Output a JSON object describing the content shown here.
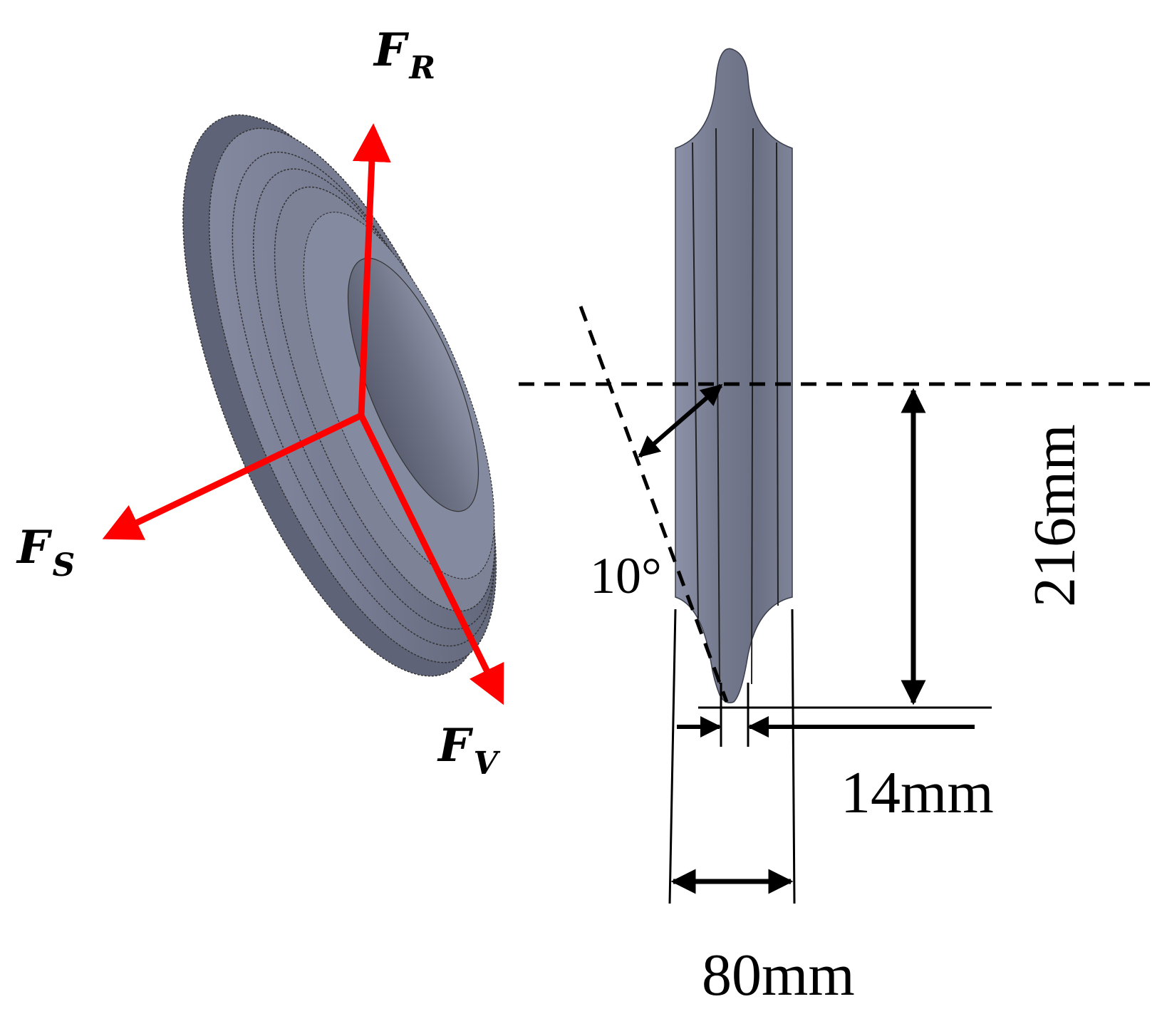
{
  "forces": {
    "radial": {
      "symbol": "F",
      "subscript": "R"
    },
    "side": {
      "symbol": "F",
      "subscript": "S"
    },
    "vertical": {
      "symbol": "F",
      "subscript": "V"
    }
  },
  "dimensions": {
    "angle": "10°",
    "radius": "216mm",
    "flange_width": "14mm",
    "wheel_width": "80mm"
  },
  "colors": {
    "force_arrow": "#ff0000",
    "wheel_body": "#7b8096",
    "wheel_shadow": "#4a4e60",
    "dimension_line": "#000000"
  }
}
